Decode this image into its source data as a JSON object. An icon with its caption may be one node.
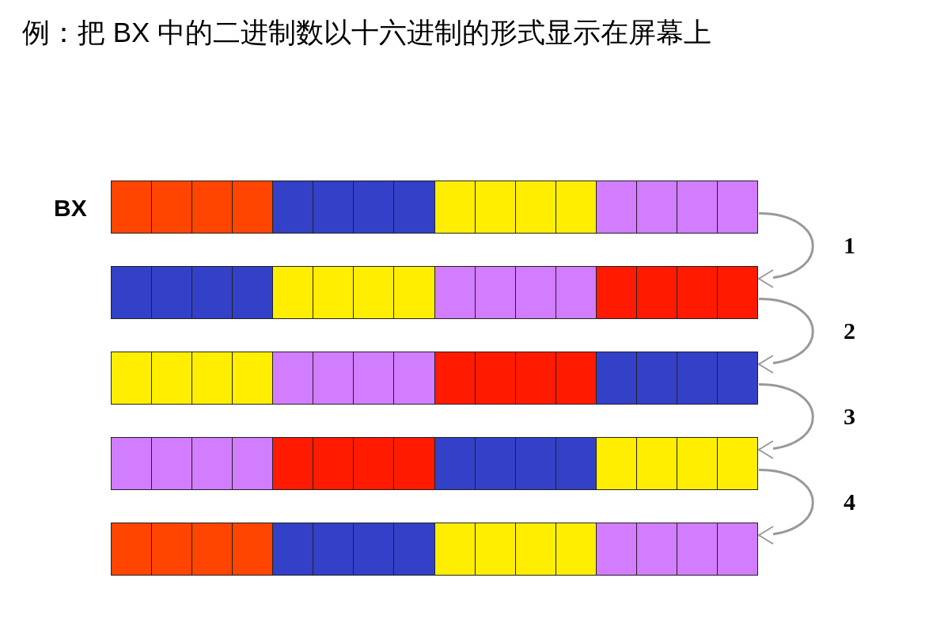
{
  "diagram": {
    "title": "例：把 BX 中的二进制数以十六进制的形式显示在屏幕上",
    "nodes": [
      {
        "text": [
          "BX"
        ]
      },
      {
        "text": [],
        "shape": "bar"
      },
      {
        "text": [],
        "shape": "bar"
      },
      {
        "text": [],
        "shape": "bar"
      },
      {
        "text": [],
        "shape": "bar"
      }
    ],
    "edges": [
      {
        "from": 0,
        "to": 1,
        "arrow": "to",
        "label": "1"
      },
      {
        "from": 1,
        "to": 2,
        "arrow": "to",
        "label": "2"
      },
      {
        "from": 2,
        "to": 3,
        "arrow": "to",
        "label": "3"
      },
      {
        "from": 3,
        "to": 4,
        "arrow": "to",
        "label": "4"
      }
    ]
  }
}
